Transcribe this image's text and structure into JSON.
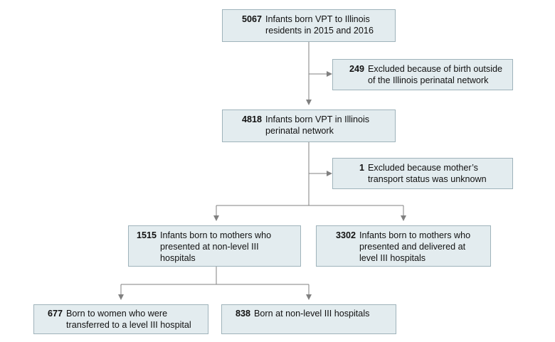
{
  "boxes": {
    "b5067": {
      "count": "5067",
      "label": "Infants born VPT to Illinois residents in 2015 and 2016"
    },
    "b249": {
      "count": "249",
      "label": "Excluded because of birth outside of the Illinois perinatal network"
    },
    "b4818": {
      "count": "4818",
      "label": "Infants born VPT in Illinois perinatal network"
    },
    "b1": {
      "count": "1",
      "label": "Excluded because mother’s transport status was unknown"
    },
    "b1515": {
      "count": "1515",
      "label": "Infants born to mothers who presented at non-level III hospitals"
    },
    "b3302": {
      "count": "3302",
      "label": "Infants born to mothers who presented and delivered at level III hospitals"
    },
    "b677": {
      "count": "677",
      "label": "Born to women who were transferred to a level III hospital"
    },
    "b838": {
      "count": "838",
      "label": "Born at non-level III hospitals"
    }
  },
  "colors": {
    "box_fill": "#e3ecef",
    "box_border": "#9fb3bb",
    "connector": "#808080"
  }
}
